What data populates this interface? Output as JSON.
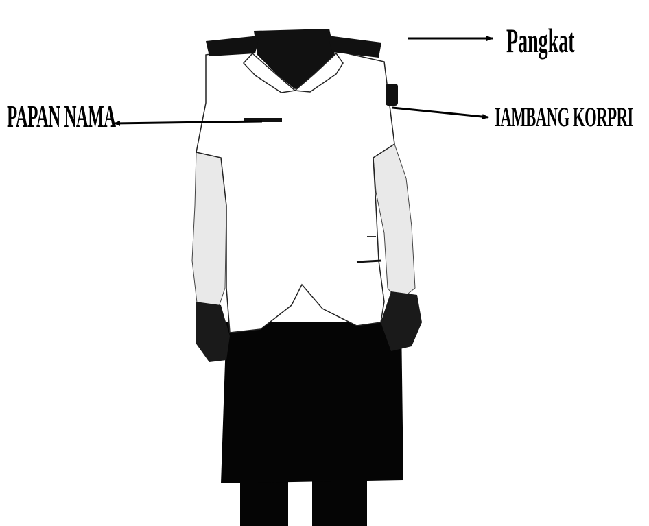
{
  "labels": {
    "pangkat": "Pangkat",
    "papan_nama": "PAPAN NAMA",
    "lambang_korpri": "IAMBANG KORPRI"
  },
  "colors": {
    "background": "#ffffff",
    "ink": "#000000",
    "skirt": "#050505",
    "shirt": "#ffffff"
  }
}
